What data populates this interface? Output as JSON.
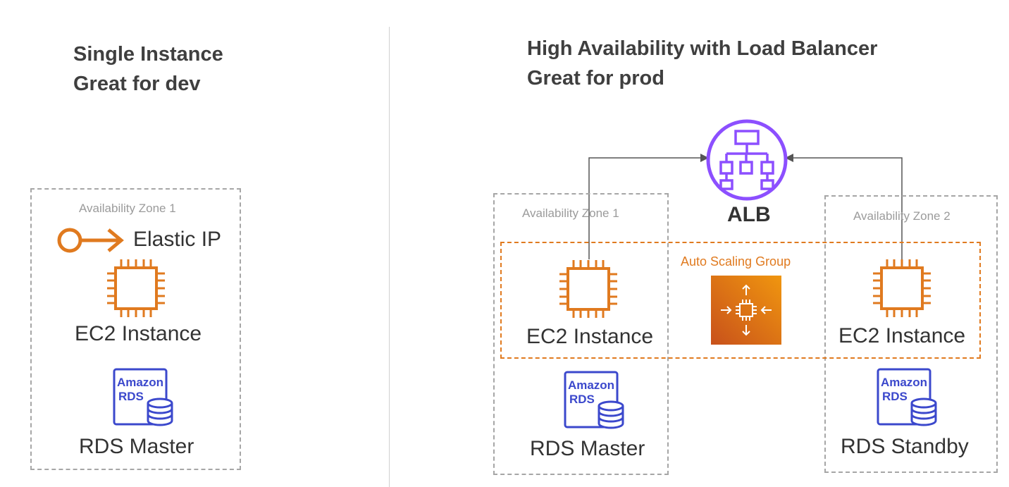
{
  "left": {
    "heading_line1": "Single Instance",
    "heading_line2": "Great for dev",
    "zone_label": "Availability Zone 1",
    "elastic_ip_label": "Elastic IP",
    "ec2_label": "EC2 Instance",
    "rds_label": "RDS Master"
  },
  "right": {
    "heading_line1": "High Availability with Load Balancer",
    "heading_line2": "Great for prod",
    "alb_label": "ALB",
    "zone1_label": "Availability Zone 1",
    "zone2_label": "Availability Zone 2",
    "asg_label": "Auto Scaling Group",
    "ec2_left_label": "EC2 Instance",
    "ec2_right_label": "EC2 Instance",
    "rds_master_label": "RDS Master",
    "rds_standby_label": "RDS Standby"
  },
  "rds_icon_text": {
    "line1": "Amazon",
    "line2": "RDS"
  },
  "colors": {
    "ec2_orange": "#e07a1f",
    "rds_blue": "#3b48cc",
    "alb_purple": "#8c4fff",
    "zone_gray": "#a6a6a6"
  },
  "icons": {
    "elastic_ip": "elastic-ip-icon",
    "ec2": "ec2-chip-icon",
    "rds": "amazon-rds-icon",
    "alb": "load-balancer-icon",
    "asg": "auto-scaling-icon"
  }
}
